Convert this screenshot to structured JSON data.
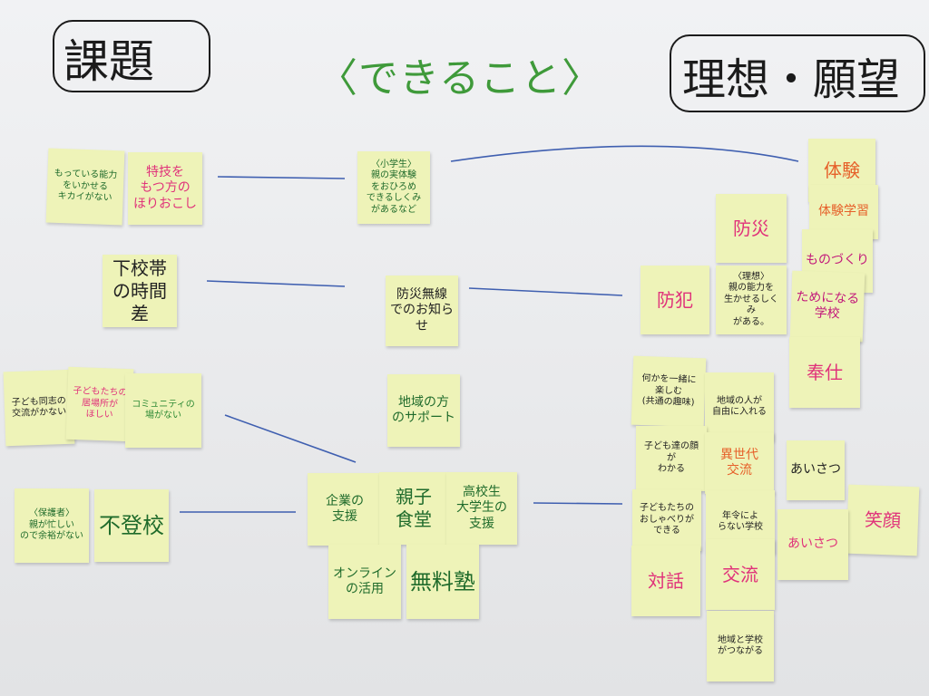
{
  "headers": {
    "left": "課題",
    "center": "〈できること〉",
    "right": "理想・願望"
  },
  "notes": {
    "n1": "もっている能力\nをいかせる\nキカイがない",
    "n2": "特技を\nもつ方の\nほりおこし",
    "n3": "下校帯\nの時間差",
    "n4": "子ども同志の\n交流がかない",
    "n5": "子どもたちの\n居場所が\nほしい",
    "n6": "コミュニティの\n場がない",
    "n7": "〈保護者〉\n親が忙しい\nので余裕がない",
    "n8": "不登校",
    "c1": "〈小学生〉\n親の実体験\nをおひろめ\nできるしくみ\nがあるなど",
    "c2": "防災無線\nでのお知らせ",
    "c3": "地域の方\nのサポート",
    "c4": "企業の\n支援",
    "c5": "親子\n食堂",
    "c6": "高校生\n大学生の\n支援",
    "c7": "オンライン\nの活用",
    "c8": "無料塾",
    "r1": "体験",
    "r2": "体験学習",
    "r3": "防災",
    "r4": "ものづくり",
    "r5": "防犯",
    "r6": "〈理想〉\n親の能力を\n生かせるしくみ\nがある。",
    "r7": "ためになる\n学校",
    "r8": "奉仕",
    "r9": "何かを一緒に\n楽しむ\n(共通の趣味)",
    "r10": "地域の人が\n自由に入れる",
    "r11": "子ども達の顔\nが\nわかる",
    "r12": "異世代\n交流",
    "r13": "あいさつ",
    "r14": "子どもたちの\nおしゃべりが\nできる",
    "r15": "年令によ\nらない学校",
    "r16": "笑顔",
    "r17": "あいさつ",
    "r18": "対話",
    "r19": "交流",
    "r20": "地域と学校\nがつながる"
  }
}
